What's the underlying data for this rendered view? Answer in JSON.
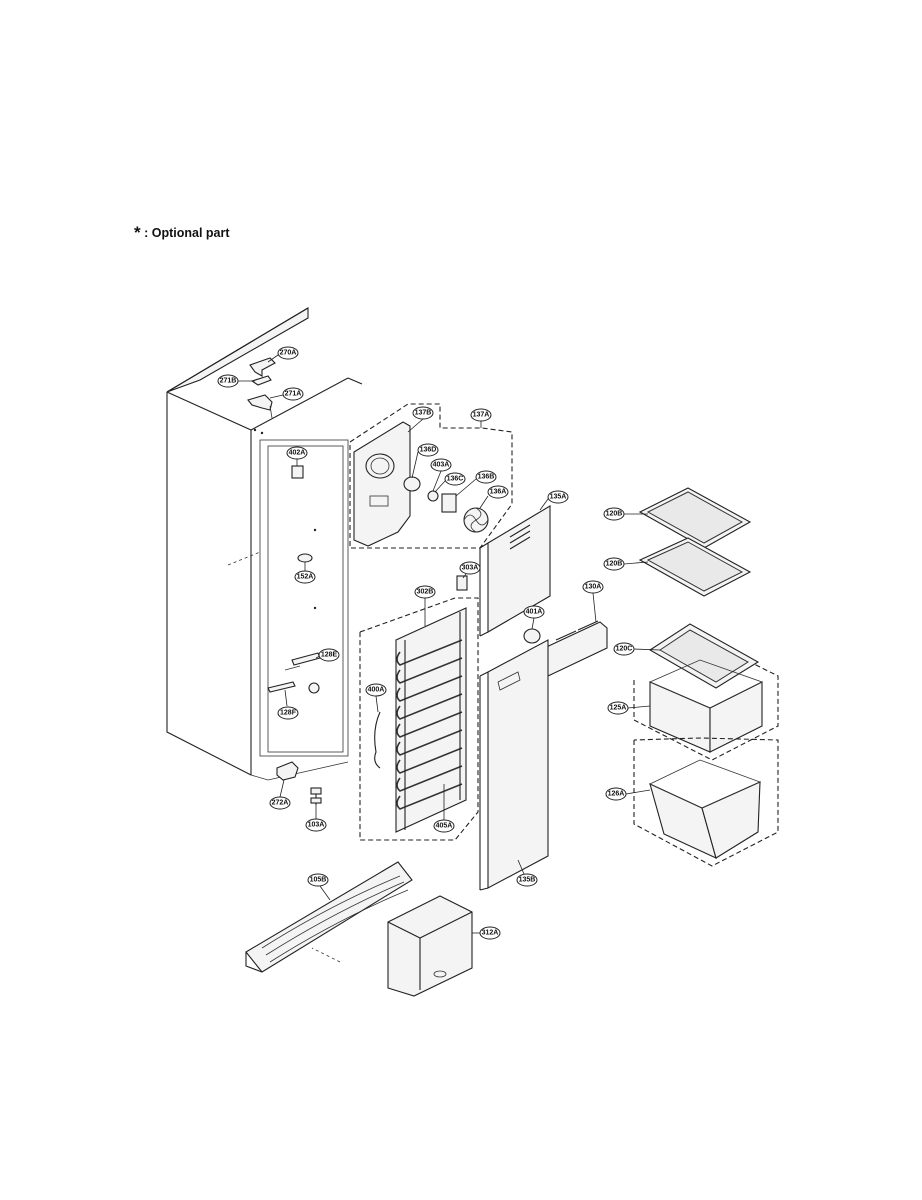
{
  "legend": {
    "star": "*",
    "text": ": Optional part"
  },
  "parts": {
    "p270A": "270A",
    "p271B": "271B",
    "p271A": "271A",
    "p402A": "402A",
    "p152A": "152A",
    "p128E": "128E",
    "p128F": "128F",
    "p272A": "272A",
    "p103A": "103A",
    "p137B": "137B",
    "p137A": "137A",
    "p136D": "136D",
    "p403A": "403A",
    "p136C": "136C",
    "p136B": "136B",
    "p136A": "136A",
    "p135A": "135A",
    "p303A": "303A",
    "p302B": "302B",
    "p400A": "400A",
    "p405A": "405A",
    "p401A": "401A",
    "p130A": "130A",
    "p135B": "135B",
    "p120B_top": "120B",
    "p120B_bottom": "120B",
    "p120C": "120C",
    "p125A": "125A",
    "p126A": "126A",
    "p105B": "105B",
    "p312A": "312A"
  }
}
